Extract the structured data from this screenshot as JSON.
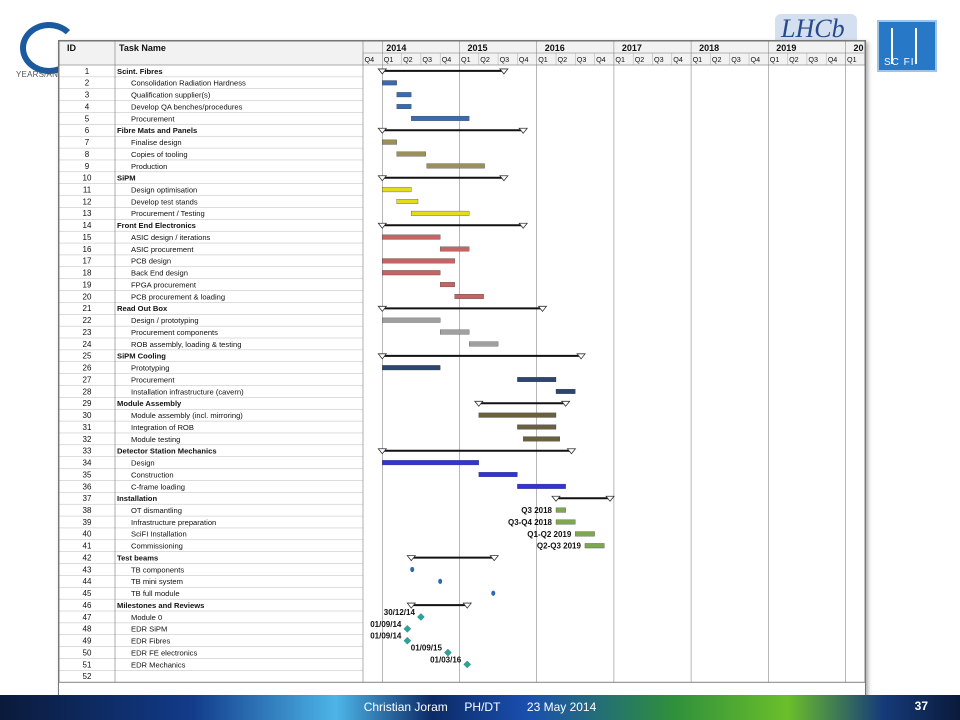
{
  "header": {
    "logo_left_text": "YEARS/ANS",
    "logo_center_text": "LHCb",
    "logo_right_text": "SC FI"
  },
  "columns": {
    "id": "ID",
    "task": "Task Name"
  },
  "years": [
    "2014",
    "2015",
    "2016",
    "2017",
    "2018",
    "2019",
    "20"
  ],
  "quarters": [
    "Q4",
    "Q1",
    "Q2",
    "Q3",
    "Q4",
    "Q1",
    "Q2",
    "Q3",
    "Q4",
    "Q1",
    "Q2",
    "Q3",
    "Q4",
    "Q1",
    "Q2",
    "Q3",
    "Q4",
    "Q1",
    "Q2",
    "Q3",
    "Q4",
    "Q1",
    "Q2",
    "Q3",
    "Q4",
    "Q1"
  ],
  "colors": {
    "summary": "#111111",
    "blue": "#3a6bb0",
    "olive": "#9b8f5a",
    "yellow": "#e6dc1e",
    "red": "#c56464",
    "gray": "#a0a0a0",
    "navy": "#2c4670",
    "darkolive": "#6a6040",
    "brightblue": "#3333dd",
    "green": "#7ea850",
    "milestone": "#2aa59a",
    "dot": "#2a6ab0"
  },
  "tasks": [
    {
      "id": "1",
      "name": "Scint. Fibres",
      "summary": true,
      "start": 0,
      "end": 6.3
    },
    {
      "id": "2",
      "name": "Consolidation Radiation Hardness",
      "start": 0,
      "end": 0.75,
      "color": "blue"
    },
    {
      "id": "3",
      "name": "Qualification supplier(s)",
      "start": 0.75,
      "end": 1.5,
      "color": "blue"
    },
    {
      "id": "4",
      "name": "Develop QA benches/procedures",
      "start": 0.75,
      "end": 1.5,
      "color": "blue"
    },
    {
      "id": "5",
      "name": "Procurement",
      "start": 1.5,
      "end": 4.5,
      "color": "blue"
    },
    {
      "id": "6",
      "name": "Fibre Mats and Panels",
      "summary": true,
      "start": 0,
      "end": 7.3
    },
    {
      "id": "7",
      "name": "Finalise design",
      "start": 0,
      "end": 0.75,
      "color": "olive"
    },
    {
      "id": "8",
      "name": "Copies of tooling",
      "start": 0.75,
      "end": 2.25,
      "color": "olive"
    },
    {
      "id": "9",
      "name": "Production",
      "start": 2.3,
      "end": 5.3,
      "color": "olive"
    },
    {
      "id": "10",
      "name": "SiPM",
      "summary": true,
      "start": 0,
      "end": 6.3
    },
    {
      "id": "11",
      "name": "Design optimisation",
      "start": 0,
      "end": 1.5,
      "color": "yellow"
    },
    {
      "id": "12",
      "name": "Develop test stands",
      "start": 0.75,
      "end": 1.85,
      "color": "yellow"
    },
    {
      "id": "13",
      "name": "Procurement / Testing",
      "start": 1.5,
      "end": 4.5,
      "color": "yellow"
    },
    {
      "id": "14",
      "name": "Front End Electronics",
      "summary": true,
      "start": 0,
      "end": 7.3
    },
    {
      "id": "15",
      "name": " ASIC design / iterations",
      "start": 0,
      "end": 3.0,
      "color": "red"
    },
    {
      "id": "16",
      "name": "ASIC procurement",
      "start": 3.0,
      "end": 4.5,
      "color": "red"
    },
    {
      "id": "17",
      "name": "PCB design",
      "start": 0,
      "end": 3.75,
      "color": "red"
    },
    {
      "id": "18",
      "name": "Back End design",
      "start": 0,
      "end": 3.0,
      "color": "red"
    },
    {
      "id": "19",
      "name": "FPGA procurement",
      "start": 3.0,
      "end": 3.75,
      "color": "red"
    },
    {
      "id": "20",
      "name": "PCB procurement & loading",
      "start": 3.75,
      "end": 5.25,
      "color": "red"
    },
    {
      "id": "21",
      "name": "Read Out Box",
      "summary": true,
      "start": 0,
      "end": 8.3
    },
    {
      "id": "22",
      "name": "Design / prototyping",
      "start": 0,
      "end": 3.0,
      "color": "gray"
    },
    {
      "id": "23",
      "name": "Procurement components",
      "start": 3.0,
      "end": 4.5,
      "color": "gray"
    },
    {
      "id": "24",
      "name": "ROB assembly, loading & testing",
      "start": 4.5,
      "end": 6.0,
      "color": "gray"
    },
    {
      "id": "25",
      "name": "SiPM Cooling",
      "summary": true,
      "start": 0,
      "end": 10.3
    },
    {
      "id": "26",
      "name": "Prototyping",
      "start": 0,
      "end": 3.0,
      "color": "navy"
    },
    {
      "id": "27",
      "name": "Procurement",
      "start": 7.0,
      "end": 9.0,
      "color": "navy"
    },
    {
      "id": "28",
      "name": "Installation infrastructure (cavern)",
      "start": 9.0,
      "end": 10.0,
      "color": "navy"
    },
    {
      "id": "29",
      "name": "Module Assembly",
      "summary": true,
      "start": 5.0,
      "end": 9.5
    },
    {
      "id": "30",
      "name": "Module assembly (incl. mirroring)",
      "start": 5.0,
      "end": 9.0,
      "color": "darkolive"
    },
    {
      "id": "31",
      "name": "Integration of ROB",
      "start": 7.0,
      "end": 9.0,
      "color": "darkolive"
    },
    {
      "id": "32",
      "name": "Module testing",
      "start": 7.3,
      "end": 9.2,
      "color": "darkolive"
    },
    {
      "id": "33",
      "name": "Detector Station Mechanics",
      "summary": true,
      "start": 0,
      "end": 9.8
    },
    {
      "id": "34",
      "name": "Design",
      "start": 0,
      "end": 5.0,
      "color": "brightblue"
    },
    {
      "id": "35",
      "name": "Construction",
      "start": 5.0,
      "end": 7.0,
      "color": "brightblue"
    },
    {
      "id": "36",
      "name": "C-frame loading",
      "start": 7.0,
      "end": 9.5,
      "color": "brightblue"
    },
    {
      "id": "37",
      "name": "Installation",
      "summary": true,
      "start": 9.0,
      "end": 11.8
    },
    {
      "id": "38",
      "name": "OT dismantling",
      "start": 9.0,
      "end": 9.5,
      "color": "green",
      "label": "Q3 2018"
    },
    {
      "id": "39",
      "name": "Infrastructure preparation",
      "start": 9.0,
      "end": 10.0,
      "color": "green",
      "label": "Q3-Q4 2018"
    },
    {
      "id": "40",
      "name": "SciFI Installation",
      "start": 10.0,
      "end": 11.0,
      "color": "green",
      "label": "Q1-Q2 2019"
    },
    {
      "id": "41",
      "name": "Commissioning",
      "start": 10.5,
      "end": 11.5,
      "color": "green",
      "label": "Q2-Q3 2019"
    },
    {
      "id": "42",
      "name": "Test beams",
      "summary": true,
      "start": 1.5,
      "end": 5.8
    },
    {
      "id": "43",
      "name": "TB components",
      "dot": 1.55
    },
    {
      "id": "44",
      "name": "TB mini system",
      "dot": 3.0
    },
    {
      "id": "45",
      "name": "TB full module",
      "dot": 5.75
    },
    {
      "id": "46",
      "name": "Milestones and Reviews",
      "summary": true,
      "start": 1.5,
      "end": 4.4
    },
    {
      "id": "47",
      "name": "Module 0",
      "milestone": 2.0,
      "label": "30/12/14"
    },
    {
      "id": "48",
      "name": "EDR SiPM",
      "milestone": 1.3,
      "label": "01/09/14"
    },
    {
      "id": "49",
      "name": "EDR Fibres",
      "milestone": 1.3,
      "label": "01/09/14"
    },
    {
      "id": "50",
      "name": "EDR FE electronics",
      "milestone": 3.4,
      "label": "01/09/15"
    },
    {
      "id": "51",
      "name": "EDR Mechanics",
      "milestone": 4.4,
      "label": "01/03/16"
    },
    {
      "id": "52",
      "name": ""
    }
  ],
  "footer": {
    "author": "Christian Joram",
    "dept": "PH/DT",
    "date": "23 May 2014",
    "page": "37"
  }
}
